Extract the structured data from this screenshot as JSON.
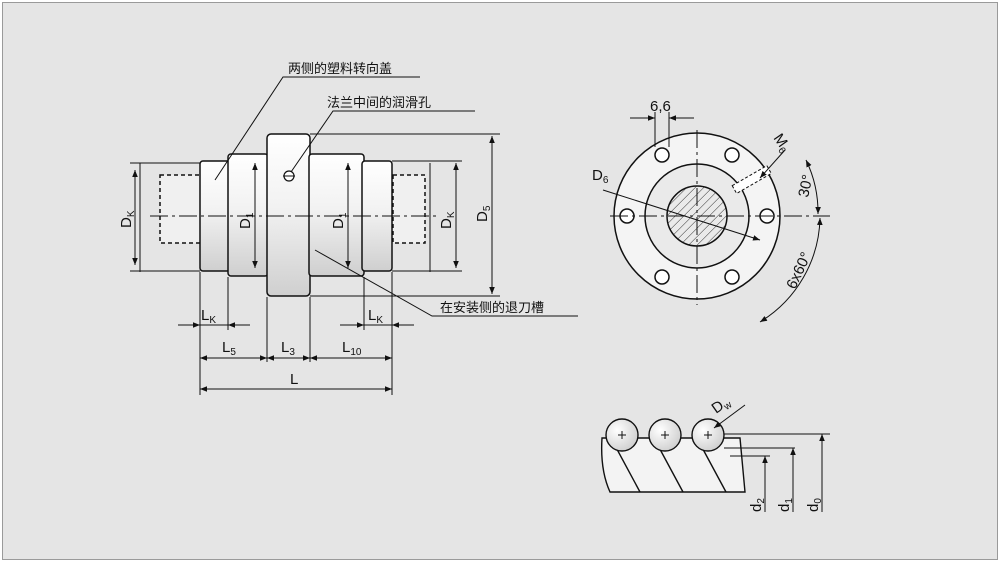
{
  "annotations": {
    "plastic_return_caps": "两侧的塑料转向盖",
    "flange_lube_hole": "法兰中间的润滑孔",
    "relief_groove": "在安装侧的退刀槽"
  },
  "dimensions": {
    "DK_left": "D",
    "DK_left_sub": "K",
    "D1_left": "D",
    "D1_left_sub": "1",
    "D1_right": "D",
    "D1_right_sub": "1",
    "DK_right": "D",
    "DK_right_sub": "K",
    "D5": "D",
    "D5_sub": "5",
    "LK_left": "L",
    "LK_left_sub": "K",
    "LK_right": "L",
    "LK_right_sub": "K",
    "L5": "L",
    "L5_sub": "5",
    "L3": "L",
    "L3_sub": "3",
    "L10": "L",
    "L10_sub": "10",
    "L": "L",
    "hole_spacing": "6,6",
    "M6": "M",
    "M6_sub": "6",
    "D6": "D",
    "D6_sub": "6",
    "angle_30": "30°",
    "angle_6x60": "6x60°",
    "Dw": "D",
    "Dw_sub": "w",
    "d2": "d",
    "d2_sub": "2",
    "d1": "d",
    "d1_sub": "1",
    "d0": "d",
    "d0_sub": "0"
  }
}
